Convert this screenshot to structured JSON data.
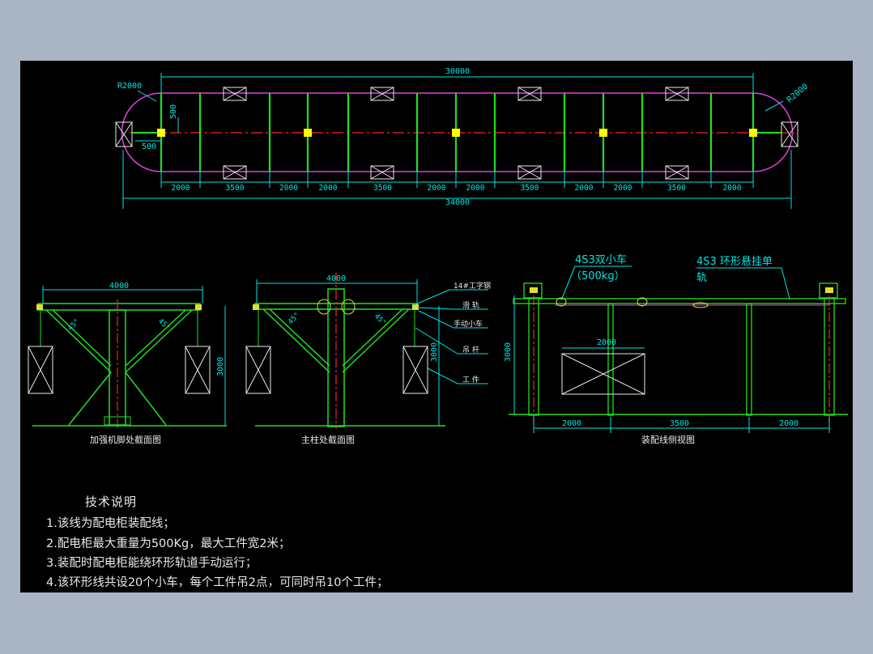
{
  "colors": {
    "background": "#a9b5c5",
    "drawing_bg": "#000000",
    "dimension": "#00e5e5",
    "structure": "#20e020",
    "track": "#e040e0",
    "centerline": "#ff2020",
    "node": "#ffff00",
    "box": "#e8e8e8",
    "text": "#e8e8e8"
  },
  "plan": {
    "total_length_top": "30000",
    "total_length_bottom": "34000",
    "radius_left": "R2000",
    "radius_right": "R2000",
    "vertical_dim": "500",
    "horizontal_dim": "500",
    "spacing_dims": [
      "2000",
      "3500",
      "2000",
      "2000",
      "3500",
      "2000",
      "2000",
      "3500",
      "2000",
      "2000",
      "3500",
      "2000"
    ]
  },
  "view_left": {
    "width_dim": "4000",
    "height_dim": "3000",
    "angle_left": "45°",
    "angle_right": "45°",
    "caption": "加强机脚处截面图"
  },
  "view_middle": {
    "width_dim": "4000",
    "height_dim": "3000",
    "angle_left": "45°",
    "angle_right": "45°",
    "caption": "主柱处截面图",
    "callouts": [
      "14#工字钢",
      "滑  轨",
      "手动小车",
      "吊  杆",
      "工  件"
    ]
  },
  "view_right": {
    "label_trolley_line1": "4S3双小车",
    "label_trolley_line2": "（500kg）",
    "label_rail_line1": "4S3 环形悬挂单",
    "label_rail_line2": "轨",
    "height_dim": "3000",
    "workpiece_dim": "2000",
    "bottom_dims": [
      "2000",
      "3500",
      "2000"
    ],
    "caption": "装配线侧视图"
  },
  "notes": {
    "title": "技术说明",
    "items": [
      "1.该线为配电柜装配线；",
      "2.配电柜最大重量为500Kg，最大工件宽2米；",
      "3.装配时配电柜能绕环形轨道手动运行；",
      "4.该环形线共设20个小车，每个工件吊2点，可同时吊10个工件；"
    ]
  }
}
